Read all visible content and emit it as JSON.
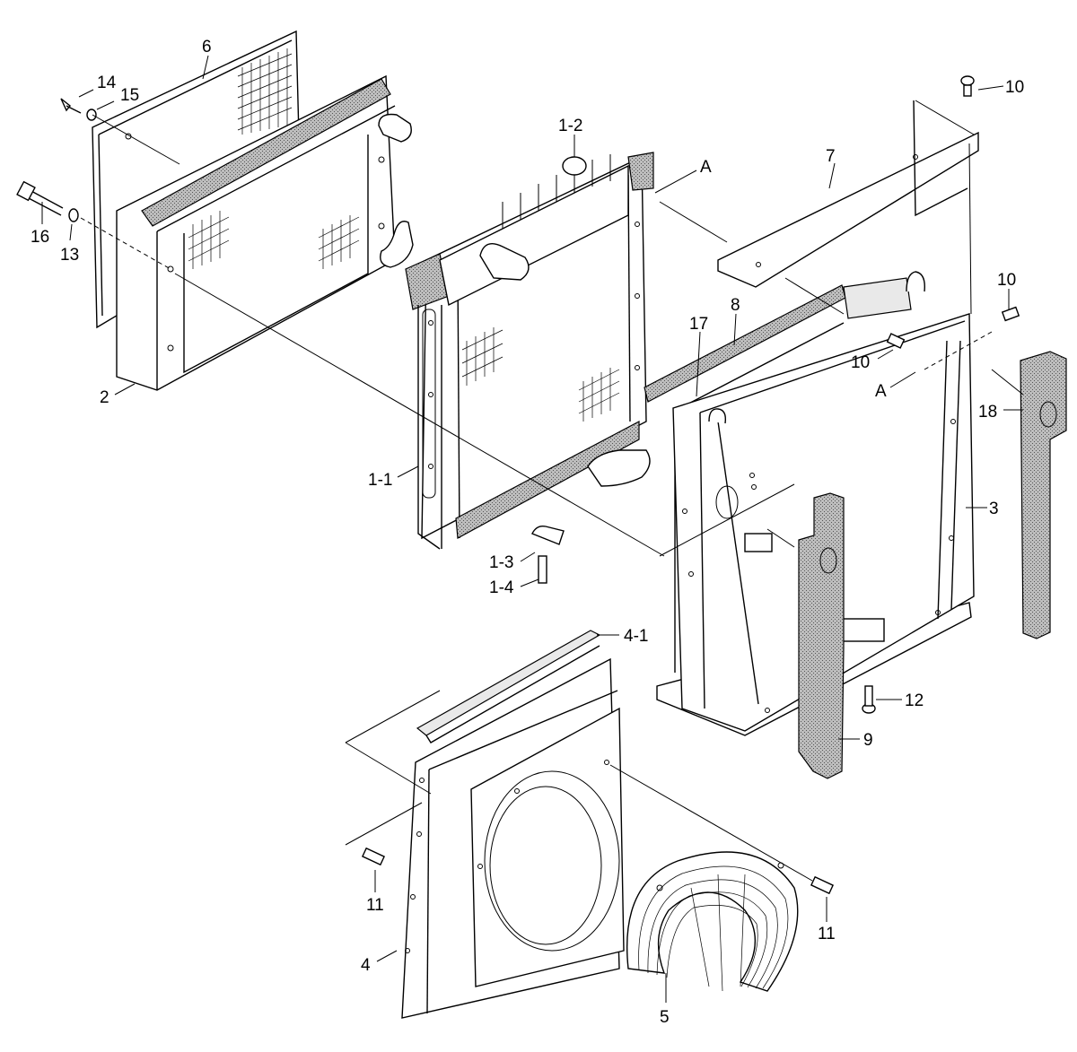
{
  "labels": {
    "p6": "6",
    "p14": "14",
    "p15": "15",
    "p16": "16",
    "p13": "13",
    "p2": "2",
    "p1_2": "1-2",
    "pA_top": "A",
    "p7": "7",
    "p10_top": "10",
    "p10_right": "10",
    "p10_mid": "10",
    "pA_mid": "A",
    "p8": "8",
    "p17": "17",
    "p18": "18",
    "p3": "3",
    "p1_1": "1-1",
    "p1_3": "1-3",
    "p1_4": "1-4",
    "p4_1": "4-1",
    "p12": "12",
    "p9": "9",
    "p11_left": "11",
    "p11_right": "11",
    "p4": "4",
    "p5": "5"
  }
}
